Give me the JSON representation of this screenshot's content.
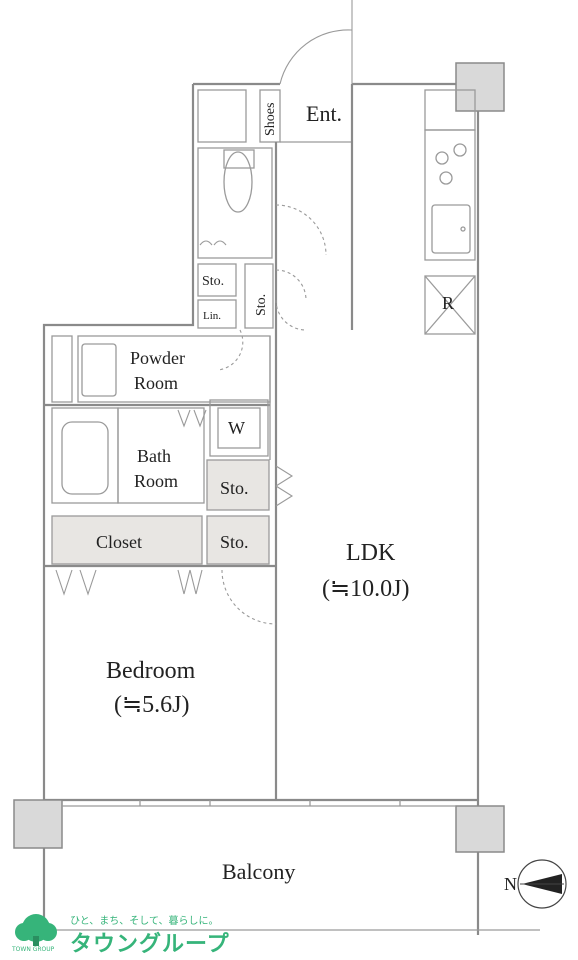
{
  "rooms": {
    "entrance": "Ent.",
    "shoes": "Shoes",
    "storage_upper_left": "Sto.",
    "storage_upper_vertical": "Sto.",
    "linen": "Lin.",
    "powder_room_line1": "Powder",
    "powder_room_line2": "Room",
    "washer": "W",
    "bath_room_line1": "Bath",
    "bath_room_line2": "Room",
    "storage_middle": "Sto.",
    "closet": "Closet",
    "storage_lower": "Sto.",
    "ldk_name": "LDK",
    "ldk_size": "(≒10.0J)",
    "refrigerator": "R",
    "bedroom_name": "Bedroom",
    "bedroom_size": "(≒5.6J)",
    "balcony": "Balcony"
  },
  "compass": {
    "north_label": "N"
  },
  "brand": {
    "slogan": "ひと、まち、そして、暮らしに。",
    "name": "タウングループ",
    "small": "TOWN GROUP"
  }
}
